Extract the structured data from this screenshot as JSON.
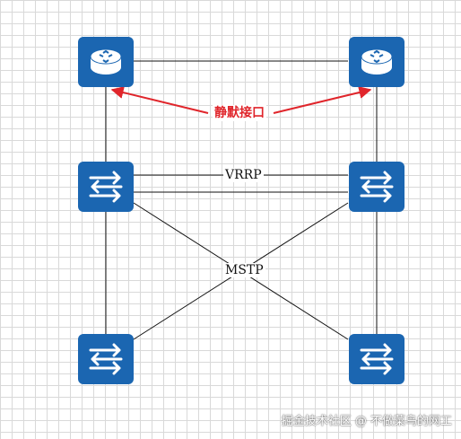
{
  "labels": {
    "static_interface": "静默接口",
    "vrrp": "VRRP",
    "mstp": "MSTP"
  },
  "nodes": [
    {
      "id": "router-top-left",
      "type": "router"
    },
    {
      "id": "router-top-right",
      "type": "router"
    },
    {
      "id": "switch-mid-left",
      "type": "switch"
    },
    {
      "id": "switch-mid-right",
      "type": "switch"
    },
    {
      "id": "switch-bottom-left",
      "type": "switch"
    },
    {
      "id": "switch-bottom-right",
      "type": "switch"
    }
  ],
  "colors": {
    "device": "#1b66b1",
    "arrow": "#e0252b",
    "line": "#111111"
  },
  "watermark": "掘金技术社区 @ 不做菜鸟的网工"
}
